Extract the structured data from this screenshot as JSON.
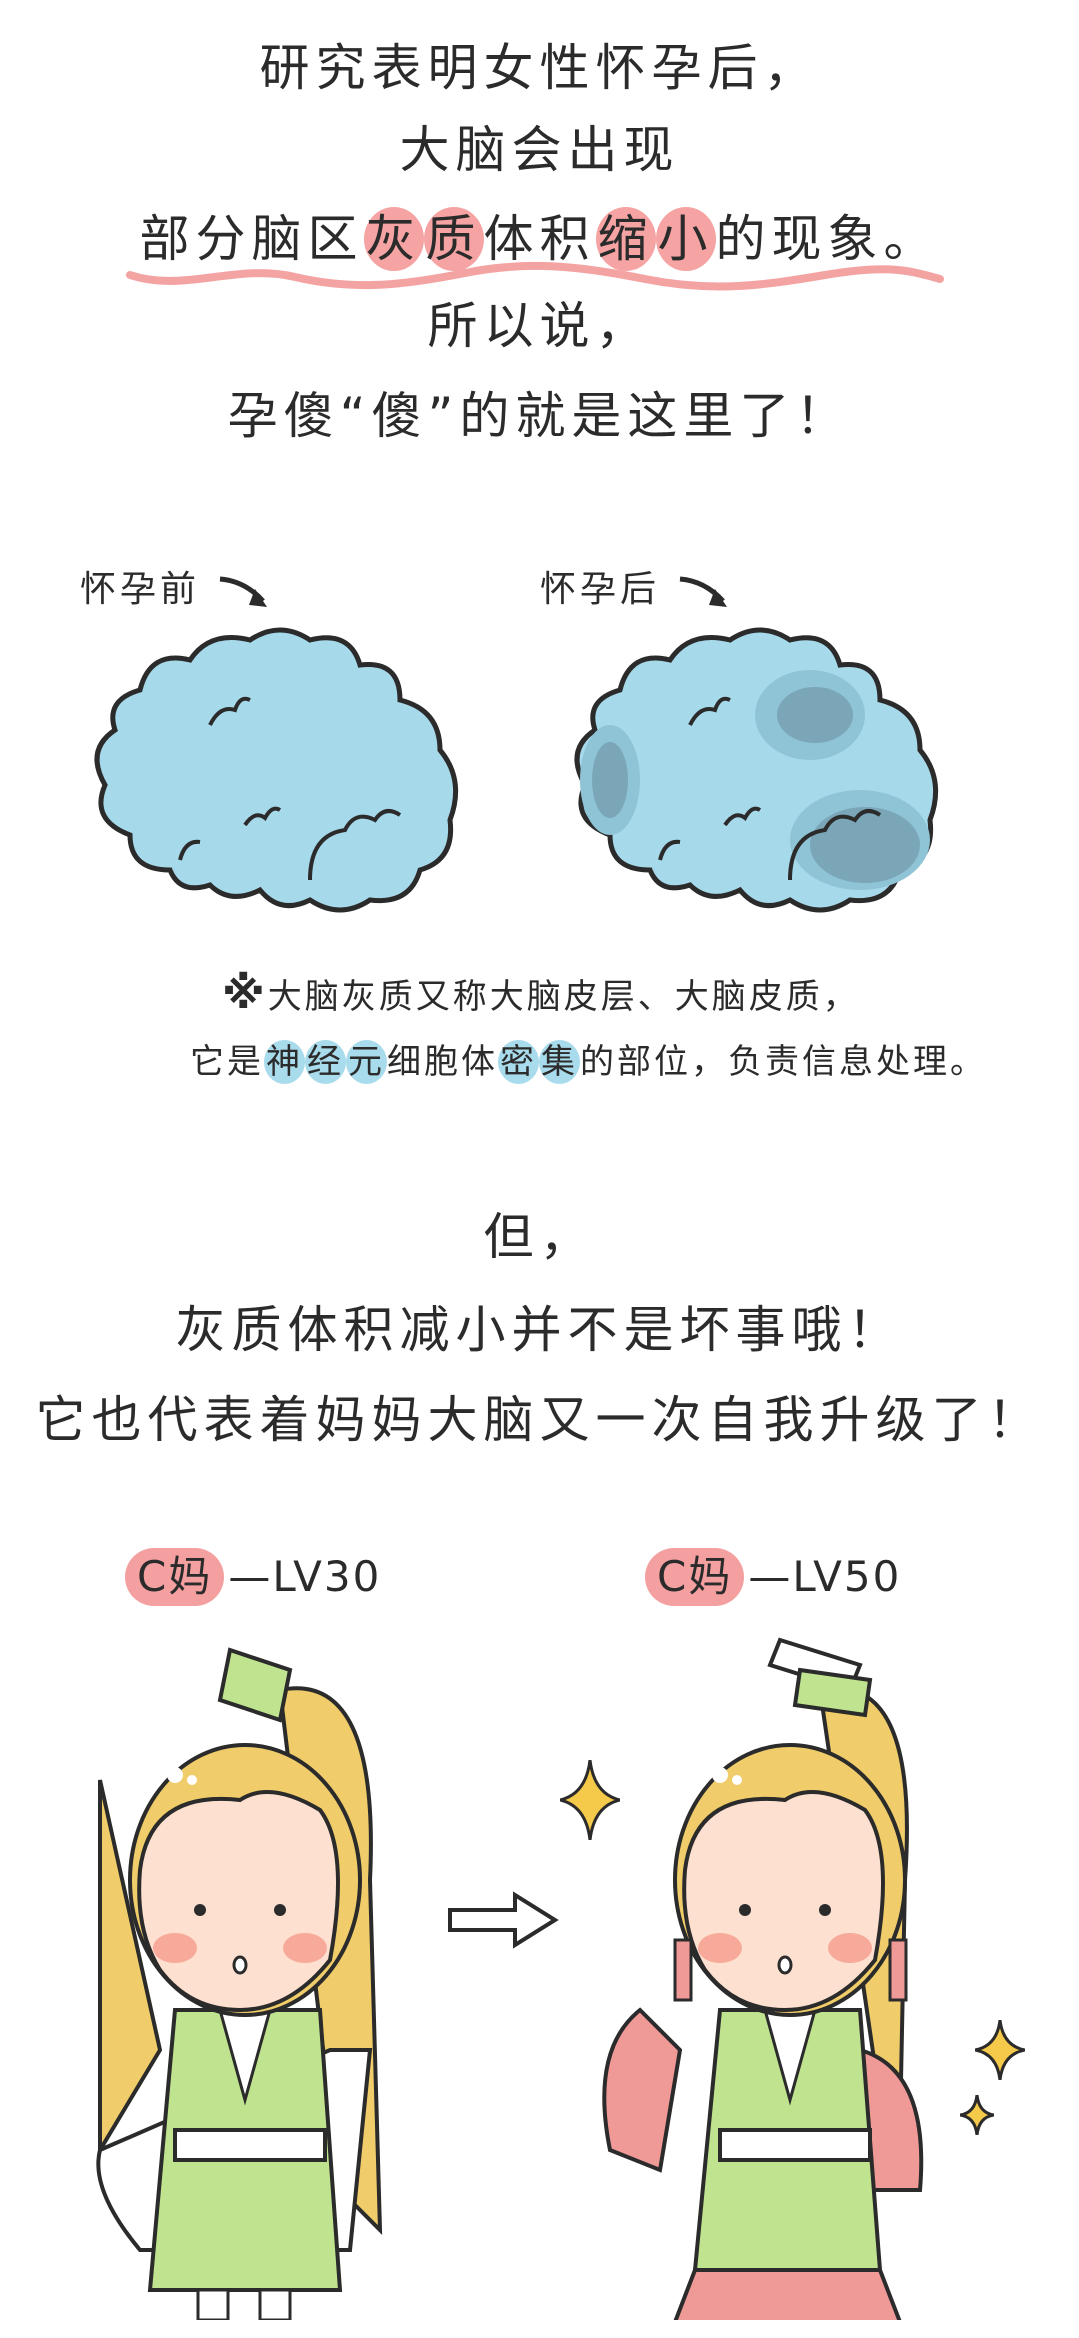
{
  "intro": {
    "line1": "研究表明女性怀孕后，",
    "line2": "大脑会出现",
    "line3_parts": [
      "部分脑区",
      "灰",
      "质",
      "体积",
      "缩",
      "小",
      "的现象。"
    ],
    "line4": "所以说，",
    "line5": "孕傻“傻”的就是这里了！"
  },
  "brains": {
    "before_label": "怀孕前",
    "after_label": "怀孕后",
    "colors": {
      "brain": "#a6d9ea",
      "shrink_light": "#8fc3d6",
      "shrink_dark": "#7aa6b8",
      "outline": "#2b2b2b"
    }
  },
  "note": {
    "mark": "※",
    "line1": "大脑灰质又称大脑皮层、大脑皮质，",
    "line2_parts": [
      "它是",
      "神",
      "经",
      "元",
      "细胞体",
      "密",
      "集",
      "的部位，负责信息处理。"
    ]
  },
  "conclusion": {
    "line1": "但，",
    "line2": "灰质体积减小并不是坏事哦！",
    "line3": "它也代表着妈妈大脑又一次自我升级了！"
  },
  "levels": {
    "before": {
      "badge": "C妈",
      "level": "—LV30"
    },
    "after": {
      "badge": "C妈",
      "level": "—LV50"
    }
  },
  "colors": {
    "pink_highlight": "#f5a3a3",
    "blue_highlight": "#a8dbeb",
    "hair": "#f0cd6a",
    "dress_green": "#bfe38f",
    "sleeve_pink": "#f09a98",
    "sparkle": "#f5c94a"
  }
}
